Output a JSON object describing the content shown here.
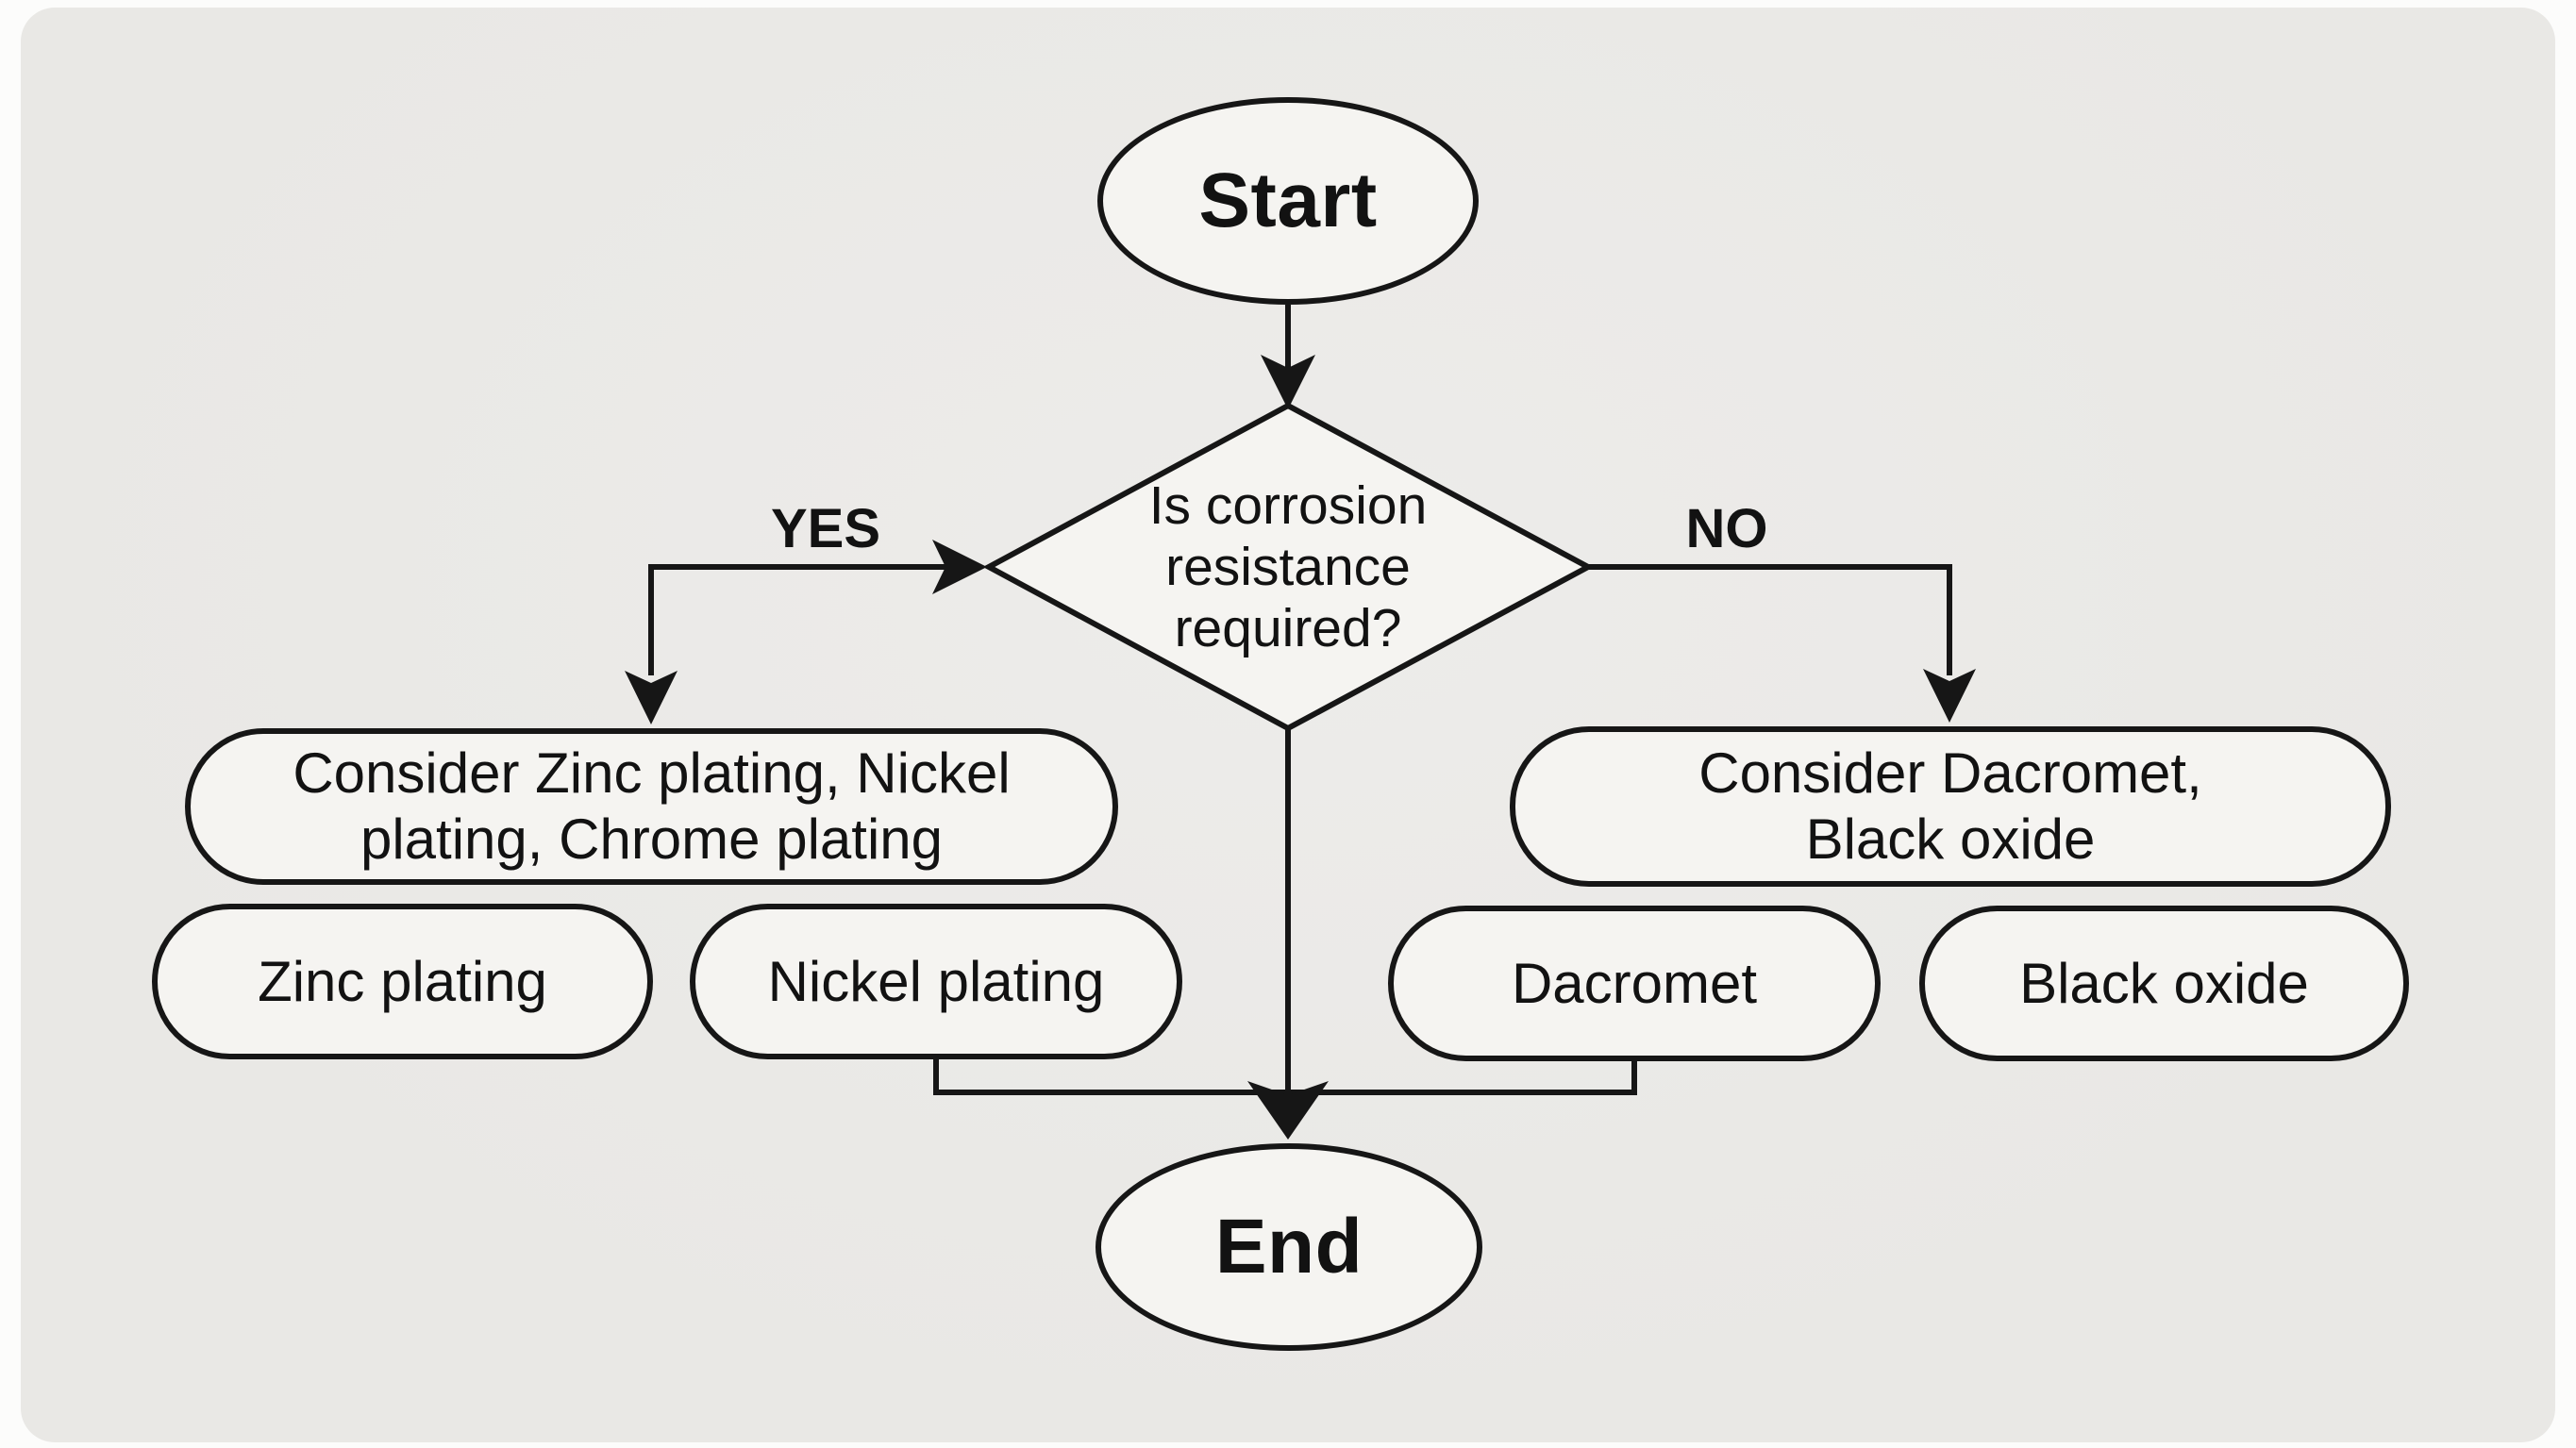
{
  "flowchart": {
    "start_label": "Start",
    "decision": {
      "lines": [
        "Is corrosion",
        "resistance",
        "required?"
      ]
    },
    "yes_label": "YES",
    "no_label": "NO",
    "yes_consider": {
      "lines": [
        "Consider Zinc plating, Nickel",
        "plating, Chrome plating"
      ]
    },
    "no_consider": {
      "lines": [
        "Consider Dacromet,",
        "Black oxide"
      ]
    },
    "yes_options": [
      "Zinc plating",
      "Nickel plating"
    ],
    "no_options": [
      "Dacromet",
      "Black oxide"
    ],
    "end_label": "End",
    "colors": {
      "stroke": "#161616",
      "fill": "#f5f4f1",
      "canvas": "#e9e8e5",
      "page": "#fcfcfb"
    }
  }
}
